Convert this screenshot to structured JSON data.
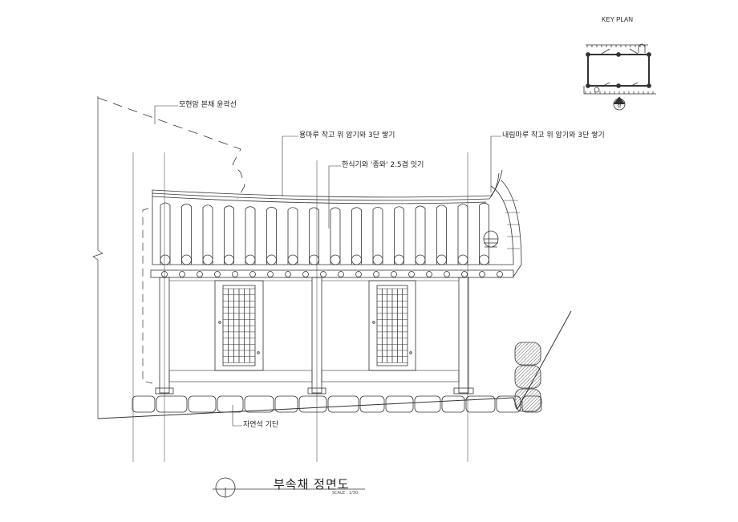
{
  "drawing": {
    "title": "부속채 정면도",
    "scale": "SCALE : 1/30",
    "key_plan_label": "KEY PLAN",
    "compass_label": "정",
    "annotations": {
      "main_building_outline": "모현암 본채 윤곽선",
      "ridge": "용마루 착고 위 암기와 3단 쌓기",
      "roof_tiles": "한식기와 '종와' 2.5겹 잇기",
      "hip_ridge": "내림마루 착고 위 암기와 3단 쌓기",
      "stone_base": "자연석 기단"
    }
  }
}
